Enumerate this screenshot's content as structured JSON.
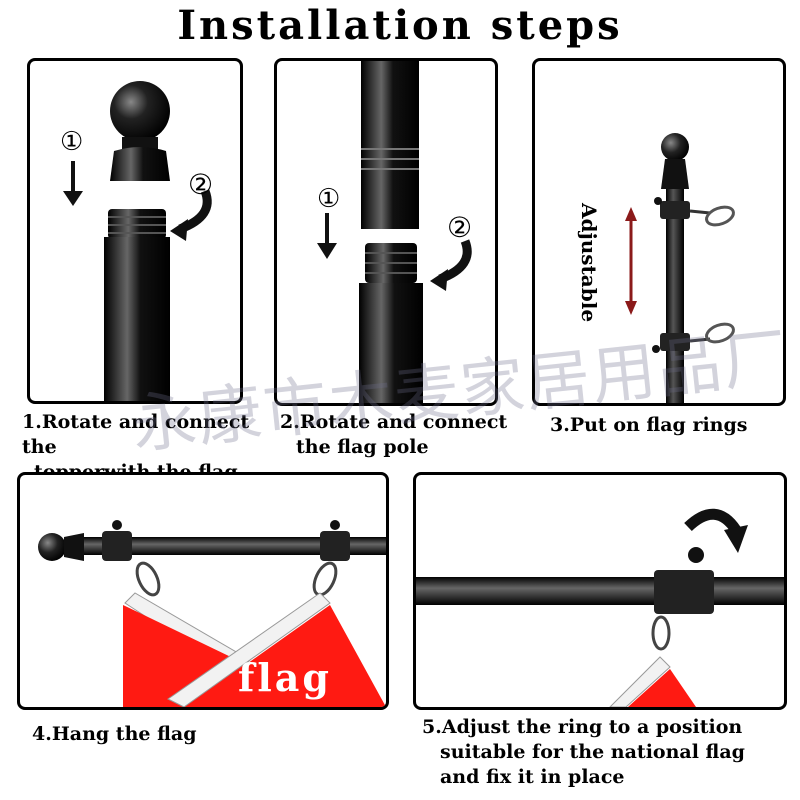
{
  "title": "Installation steps",
  "steps": [
    {
      "caption_lines": [
        "1.Rotate and connect the",
        "topperwith the flag pole"
      ],
      "markers": [
        "①",
        "②"
      ]
    },
    {
      "caption_lines": [
        "2.Rotate and connect",
        "the flag pole"
      ],
      "markers": [
        "①",
        "②"
      ]
    },
    {
      "caption_lines": [
        "3.Put on flag rings"
      ],
      "side_label": "Adjustable"
    },
    {
      "caption_lines": [
        "4.Hang the flag"
      ],
      "flag_text": "flag"
    },
    {
      "caption_lines": [
        "5.Adjust the ring to a position",
        "suitable for the national flag",
        "and fix it in place"
      ]
    }
  ],
  "watermark": "永康市木麦家居用品厂",
  "colors": {
    "flag_red": "#ff1a12",
    "pole_black": "#111111",
    "arrow_red": "#8b1a1a"
  }
}
